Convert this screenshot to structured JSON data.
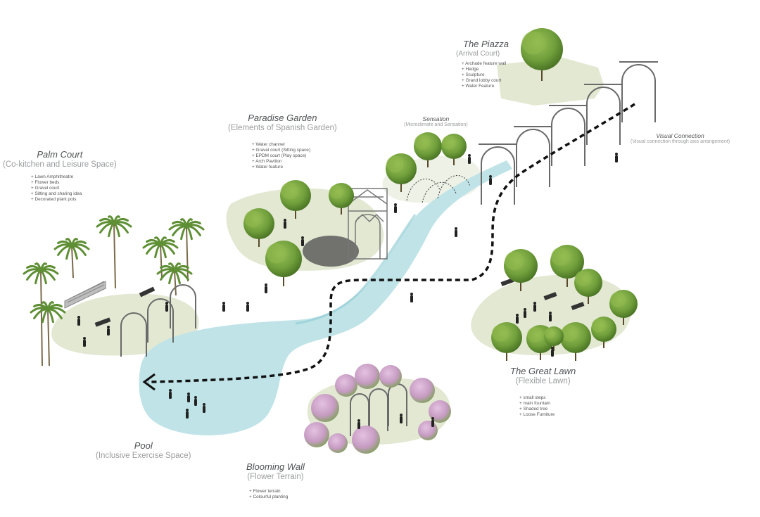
{
  "zones": {
    "piazza": {
      "title": "The Piazza",
      "subtitle": "(Arrival Court)",
      "features": [
        "Archade feature wall",
        "Hedge",
        "Sculpture",
        "Grand lobby court",
        "Water Feature"
      ]
    },
    "paradise_garden": {
      "title": "Paradise Garden",
      "subtitle": "(Elements of Spanish Garden)",
      "features": [
        "Water channel",
        "Gravel court (Sitting space)",
        "EPDM court (Play space)",
        "Arch Pavilion",
        "Water feature"
      ]
    },
    "palm_court": {
      "title": "Palm Court",
      "subtitle": "(Co-kitchen and Leisure Space)",
      "features": [
        "Lawn Amphitheatre",
        "Flower beds",
        "Gravel court",
        "Sitting and sharing idea",
        "Decorated plant pots"
      ]
    },
    "sensation": {
      "title": "Sensation",
      "subtitle": "(Microclimate and Sensation)"
    },
    "visual_connection": {
      "title": "Visual Connection",
      "subtitle": "(Visual connection through axis arrangement)"
    },
    "great_lawn": {
      "title": "The Great Lawn",
      "subtitle": "(Flexible Lawn)",
      "features": [
        "small steps",
        "main fountain",
        "Shaded tree",
        "Loose Furniture"
      ]
    },
    "pool": {
      "title": "Pool",
      "subtitle": "(Inclusive Exercise Space)"
    },
    "blooming_wall": {
      "title": "Blooming Wall",
      "subtitle": "(Flower Terrain)",
      "features": [
        "Flower terrain",
        "Colourful planting"
      ]
    }
  },
  "colors": {
    "lawn": "#e2e8d2",
    "water": "#a9d7dd",
    "water_light": "#c9e8ec",
    "tree": "#6f9e3a",
    "tree_dark": "#4d7a28",
    "palm": "#5e8f34",
    "flower": "#c79cc4",
    "path": "#111111",
    "arch": "#6a6a6a",
    "text": "#555555",
    "subtext": "#9a9c9e"
  }
}
